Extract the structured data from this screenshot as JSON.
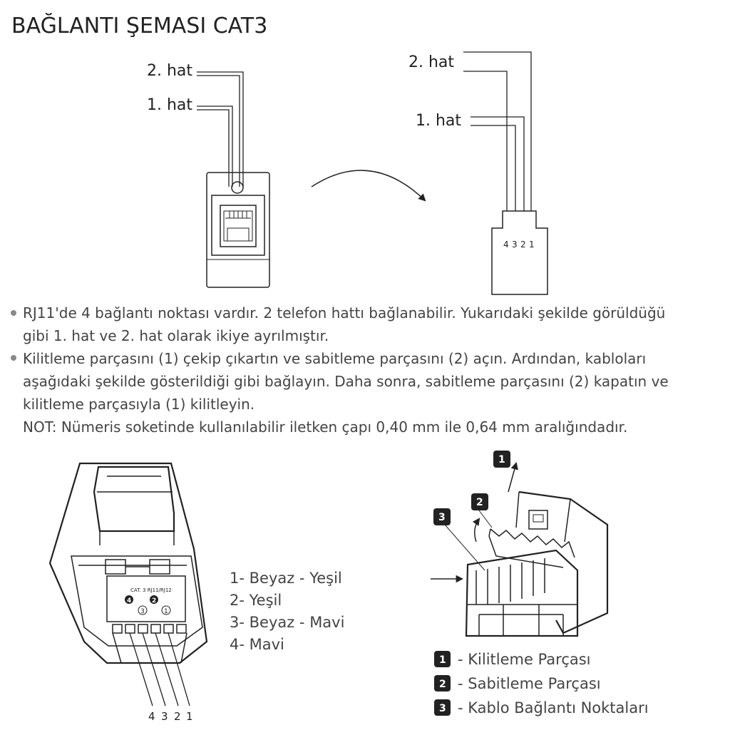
{
  "title": "BAĞLANTI ŞEMASI CAT3",
  "top_left": {
    "line2": "2. hat",
    "line1": "1. hat"
  },
  "top_right": {
    "line2": "2. hat",
    "line1": "1. hat",
    "pins": [
      "4",
      "3",
      "2",
      "1"
    ]
  },
  "instructions": [
    "RJ11'de 4 bağlantı noktası vardır. 2 telefon hattı bağlanabilir. Yukarıdaki şekilde görüldüğü",
    "gibi 1. hat ve 2. hat olarak ikiye ayrılmıştır.",
    "Kilitleme parçasını (1) çekip çıkartın ve sabitleme parçasını (2) açın. Ardından, kabloları",
    "aşağıdaki şekilde  gösterildiği gibi bağlayın. Daha sonra, sabitleme parçasını (2) kapatın ve",
    "kilitleme parçasıyla (1) kilitleyin.",
    "NOT: Nümeris soketinde kullanılabilir iletken çapı 0,40 mm ile 0,64 mm aralığındadır."
  ],
  "module": {
    "label": "CAT. 3 RJ11/RJ12",
    "contacts": [
      "4",
      "2",
      "3",
      "1"
    ],
    "pins": [
      "4",
      "3",
      "2",
      "1"
    ]
  },
  "colors_list": [
    "1- Beyaz - Yeşil",
    "2- Yeşil",
    "3- Beyaz - Mavi",
    "4- Mavi"
  ],
  "badges": [
    "1",
    "2",
    "3"
  ],
  "parts_legend": [
    {
      "num": "1",
      "text": "- Kilitleme Parçası"
    },
    {
      "num": "2",
      "text": "- Sabitleme Parçası"
    },
    {
      "num": "3",
      "text": "- Kablo Bağlantı Noktaları"
    }
  ]
}
